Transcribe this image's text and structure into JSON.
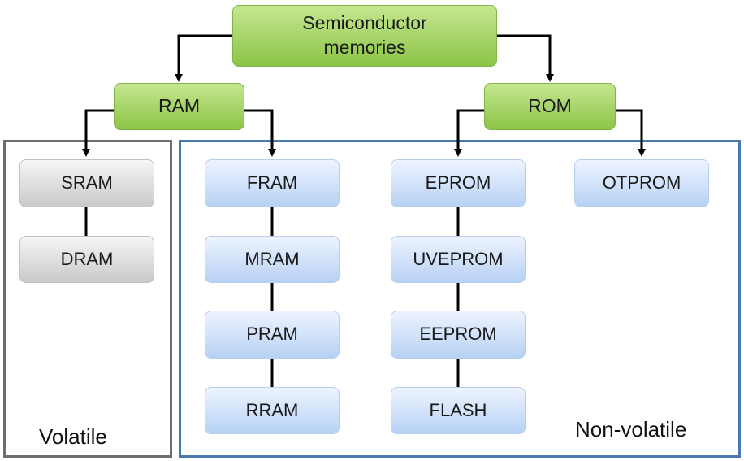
{
  "root": {
    "label_line1": "Semiconductor",
    "label_line2": "memories"
  },
  "categories": {
    "ram": "RAM",
    "rom": "ROM"
  },
  "groups": {
    "volatile": "Volatile",
    "nonvolatile": "Non-volatile"
  },
  "volatile_memories": [
    "SRAM",
    "DRAM"
  ],
  "ram_nonvolatile": [
    "FRAM",
    "MRAM",
    "PRAM",
    "RRAM"
  ],
  "rom_eprom_chain": [
    "EPROM",
    "UVEPROM",
    "EEPROM",
    "FLASH"
  ],
  "rom_other": [
    "OTPROM"
  ],
  "colors": {
    "root_fill": "#a9d86b",
    "volatile_fill": "#d9d9d9",
    "nonvolatile_fill": "#cfe0f8",
    "volatile_border": "#6e6e6e",
    "nonvolatile_border": "#4a79ae"
  }
}
